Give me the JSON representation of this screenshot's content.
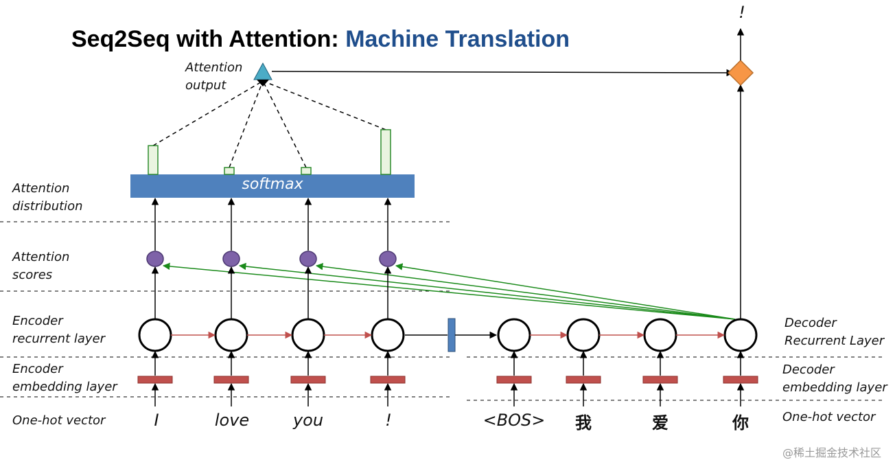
{
  "title": {
    "part1": "Seq2Seq with Attention: ",
    "part2": "Machine Translation"
  },
  "labels": {
    "attention_output": [
      "Attention",
      "output"
    ],
    "attention_distribution": [
      "Attention",
      "distribution"
    ],
    "attention_scores": [
      "Attention",
      "scores"
    ],
    "encoder_recurrent": [
      "Encoder",
      "recurrent layer"
    ],
    "encoder_embedding": [
      "Encoder",
      "embedding layer"
    ],
    "one_hot_left": "One-hot vector",
    "decoder_recurrent": [
      "Decoder",
      "Recurrent Layer"
    ],
    "decoder_embedding": [
      "Decoder",
      "embedding layer"
    ],
    "one_hot_right": "One-hot vector"
  },
  "softmax": "softmax",
  "source_words": [
    "I",
    "love",
    "you",
    "!"
  ],
  "target_words": [
    "<BOS>",
    "我",
    "爱",
    "你"
  ],
  "output_word": "!",
  "attention_weights": [
    0.45,
    0.1,
    0.1,
    0.7
  ],
  "watermark": "@稀土掘金技术社区",
  "colors": {
    "softmax_bar": "#4f81bd",
    "score_node": "#7e62a8",
    "embedding": "#c0504d",
    "recurrent_link": "#c0504d",
    "attention_link": "#1a8a1a",
    "attention_bar_fill": "#eaf4e0",
    "attention_bar_stroke": "#2e8b2e",
    "output_diamond": "#f79646",
    "attention_triangle": "#4bacc6",
    "title_accent": "#1f4e8c"
  }
}
